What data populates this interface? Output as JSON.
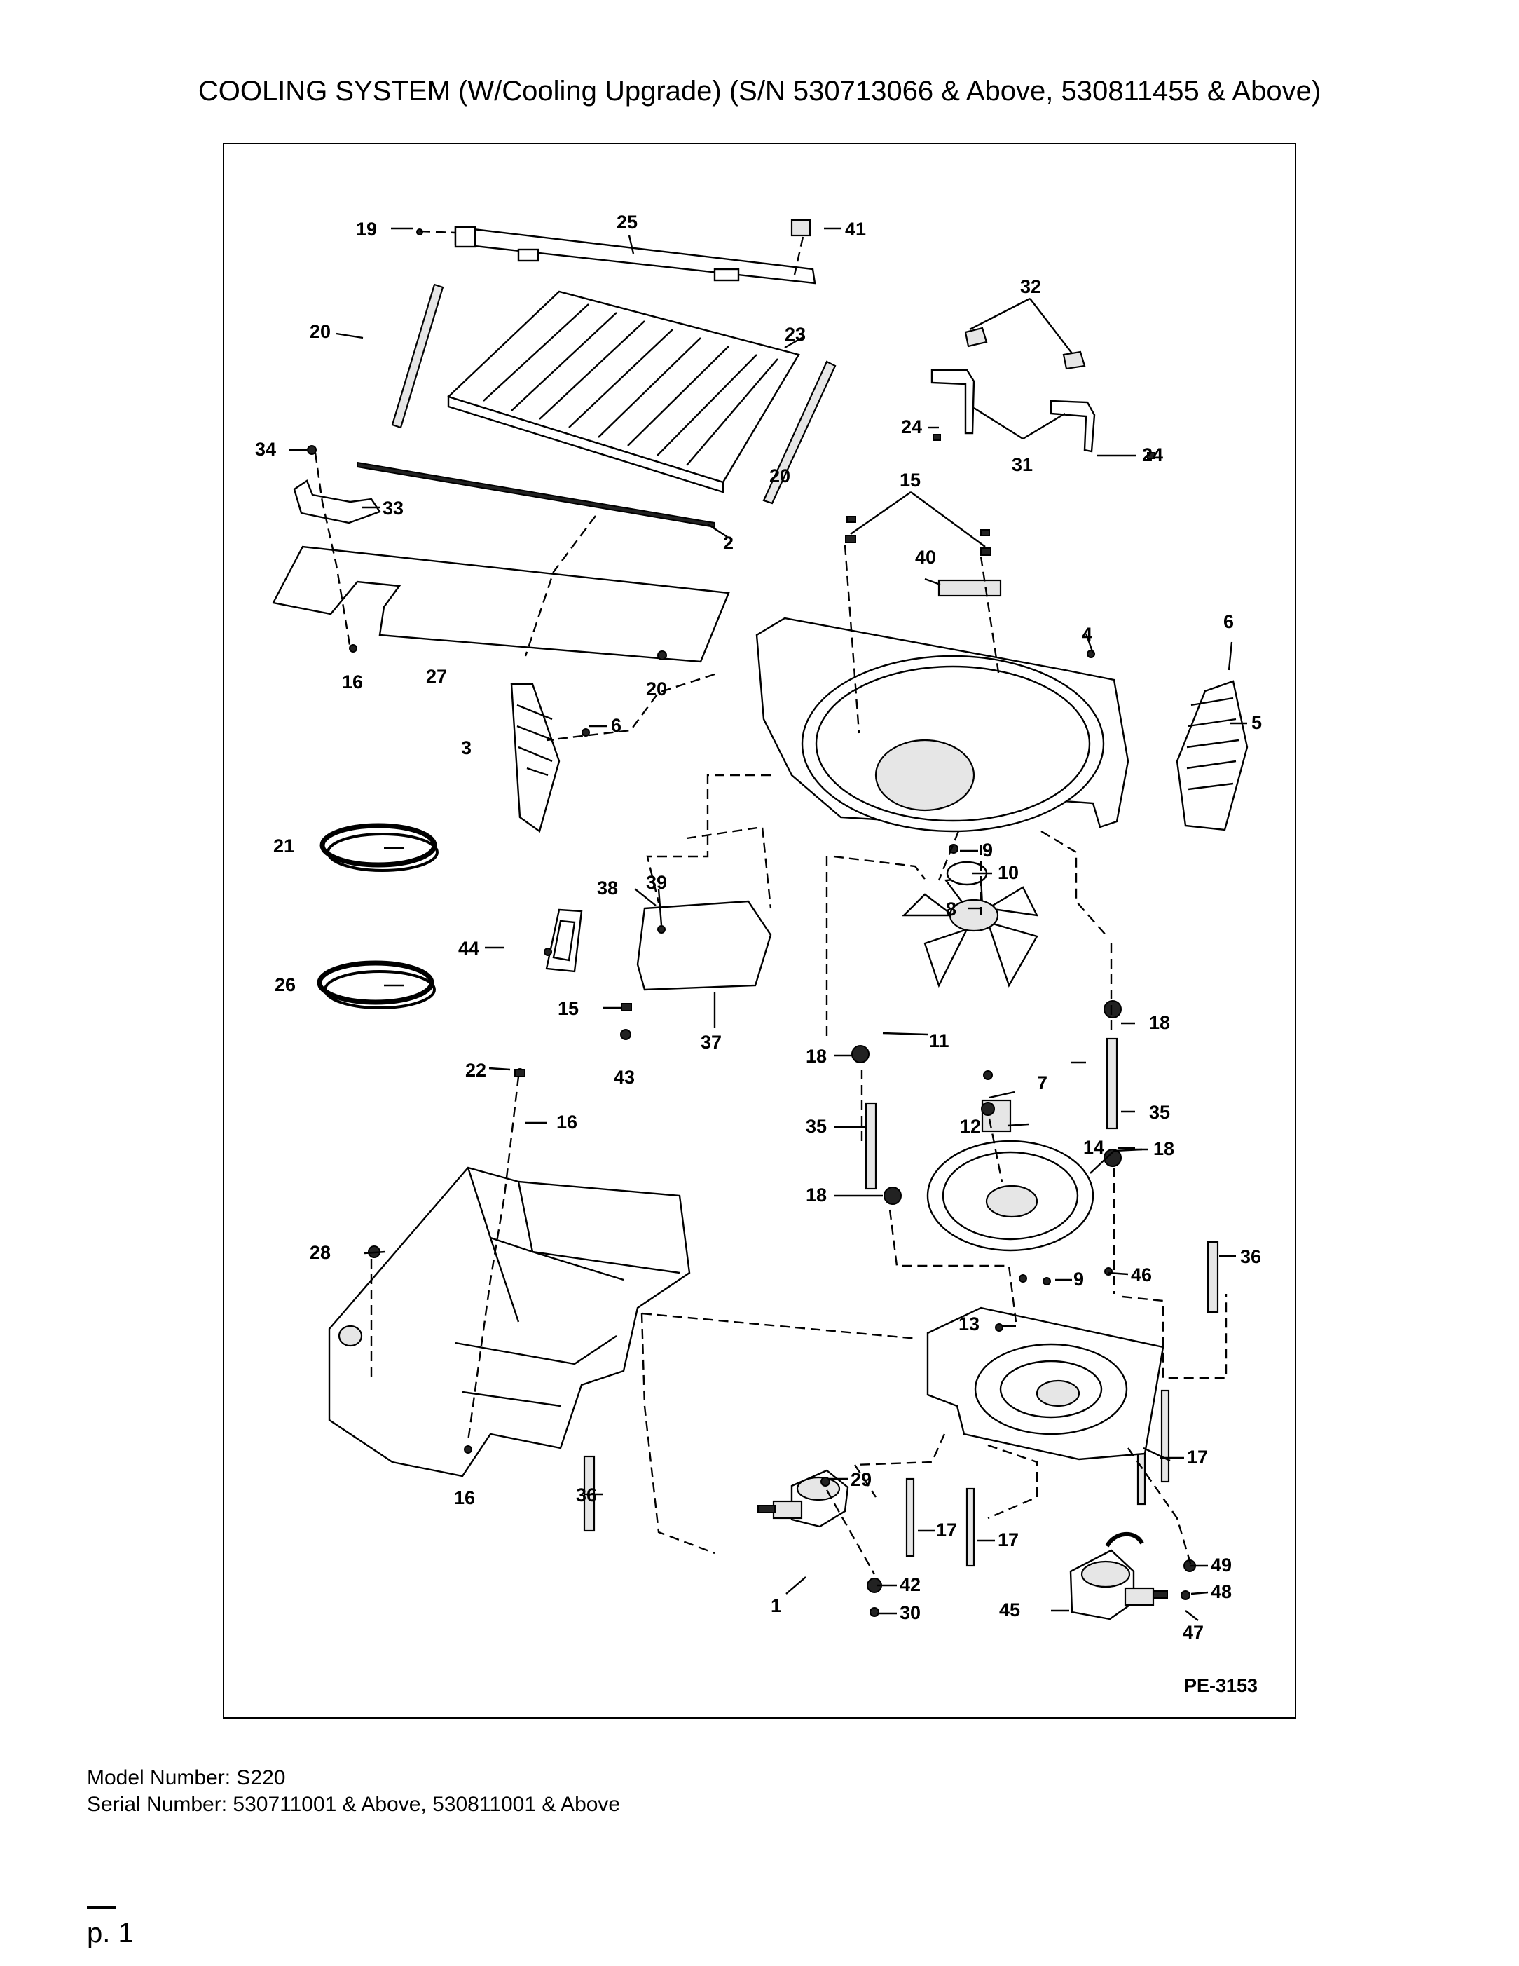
{
  "title": "COOLING SYSTEM (W/Cooling Upgrade) (S/N 530713066 & Above, 530811455 & Above)",
  "diagram": {
    "code": "PE-3153",
    "callouts": [
      "19",
      "25",
      "41",
      "20",
      "23",
      "32",
      "24",
      "31",
      "34",
      "33",
      "2",
      "20",
      "15",
      "40",
      "27",
      "16",
      "20",
      "4",
      "6",
      "3",
      "6",
      "5",
      "21",
      "9",
      "10",
      "38",
      "39",
      "8",
      "44",
      "26",
      "15",
      "37",
      "18",
      "11",
      "7",
      "18",
      "35",
      "12",
      "14",
      "22",
      "16",
      "43",
      "35",
      "18",
      "18",
      "28",
      "9",
      "46",
      "36",
      "13",
      "16",
      "36",
      "29",
      "17",
      "17",
      "17",
      "49",
      "42",
      "48",
      "1",
      "30",
      "45",
      "47",
      "24"
    ]
  },
  "footer": {
    "model": "Model Number: S220",
    "serial": "Serial Number: 530711001 & Above, 530811001 & Above",
    "page": "p. 1"
  }
}
